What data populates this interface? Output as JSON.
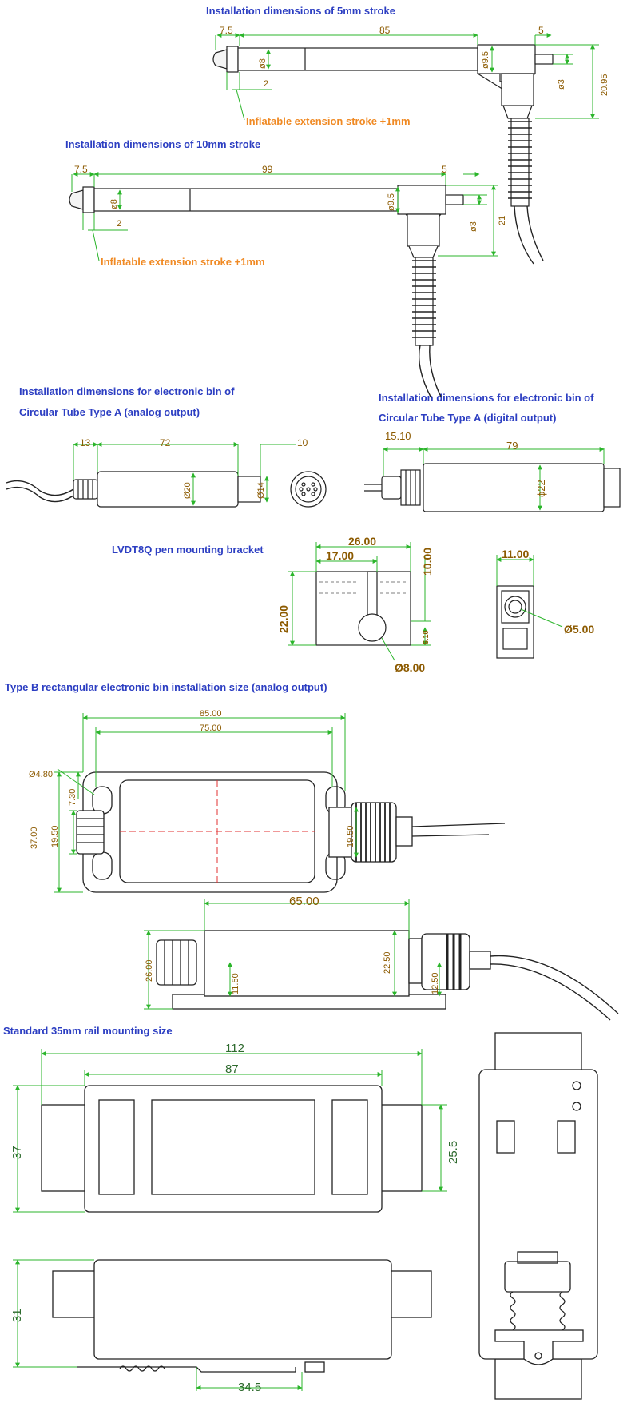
{
  "headings": {
    "stroke5": "Installation dimensions of 5mm stroke",
    "stroke10": "Installation dimensions of 10mm stroke",
    "analog_bin_line1": "Installation dimensions for electronic bin of",
    "analog_bin_line2": "Circular Tube Type A (analog output)",
    "digital_bin_line1": "Installation dimensions for electronic bin of",
    "digital_bin_line2": "Circular Tube Type A (digital output)",
    "bracket": "LVDT8Q pen mounting bracket",
    "typeb": "Type B rectangular electronic bin installation size (analog output)",
    "rail": "Standard 35mm rail mounting size"
  },
  "stroke5": {
    "tip": "7.5",
    "length": "85",
    "rear": "5",
    "dia_body": "ø8",
    "dia_head": "ø9.5",
    "dia_conn": "ø3",
    "height": "20.95",
    "gap": "2",
    "note": "Inflatable extension  stroke +1mm"
  },
  "stroke10": {
    "tip": "7.5",
    "length": "99",
    "rear": "5",
    "dia_body": "ø8",
    "dia_head": "ø9.5",
    "dia_conn": "ø3",
    "height": "21",
    "gap": "2",
    "note": "Inflatable extension  stroke +1mm"
  },
  "analog_bin": {
    "gland": "13",
    "length": "72",
    "conn": "10",
    "dia_body": "Ø20",
    "dia_conn": "Ø14"
  },
  "digital_bin": {
    "gland": "15.10",
    "length": "79",
    "dia": "ϕ22"
  },
  "bracket": {
    "width": "26.00",
    "slot": "17.00",
    "top": "10.00",
    "height": "22.00",
    "bottom": "6.10",
    "hole": "Ø8.00",
    "side_width": "11.00",
    "side_hole": "Ø5.00"
  },
  "typeb": {
    "outer": "85.00",
    "inner": "75.00",
    "hole": "Ø4.80",
    "h_offset": "7.30",
    "height": "37.00",
    "gland_h": "19.50",
    "conn_h": "19.50",
    "side_len": "65.00",
    "side_h": "26.00",
    "side_gland": "11.50",
    "side_body": "22.50",
    "side_conn": "12.50"
  },
  "rail": {
    "width": "112",
    "body": "87",
    "height": "37",
    "inner": "25.5",
    "side_h": "31",
    "clip": "34.5"
  },
  "colors": {
    "heading": "#2c3ec2",
    "dimension": "#8c5a00",
    "dimline": "#2bb52b",
    "note": "#f08a24",
    "center": "#e03030",
    "drawing": "#222222"
  }
}
